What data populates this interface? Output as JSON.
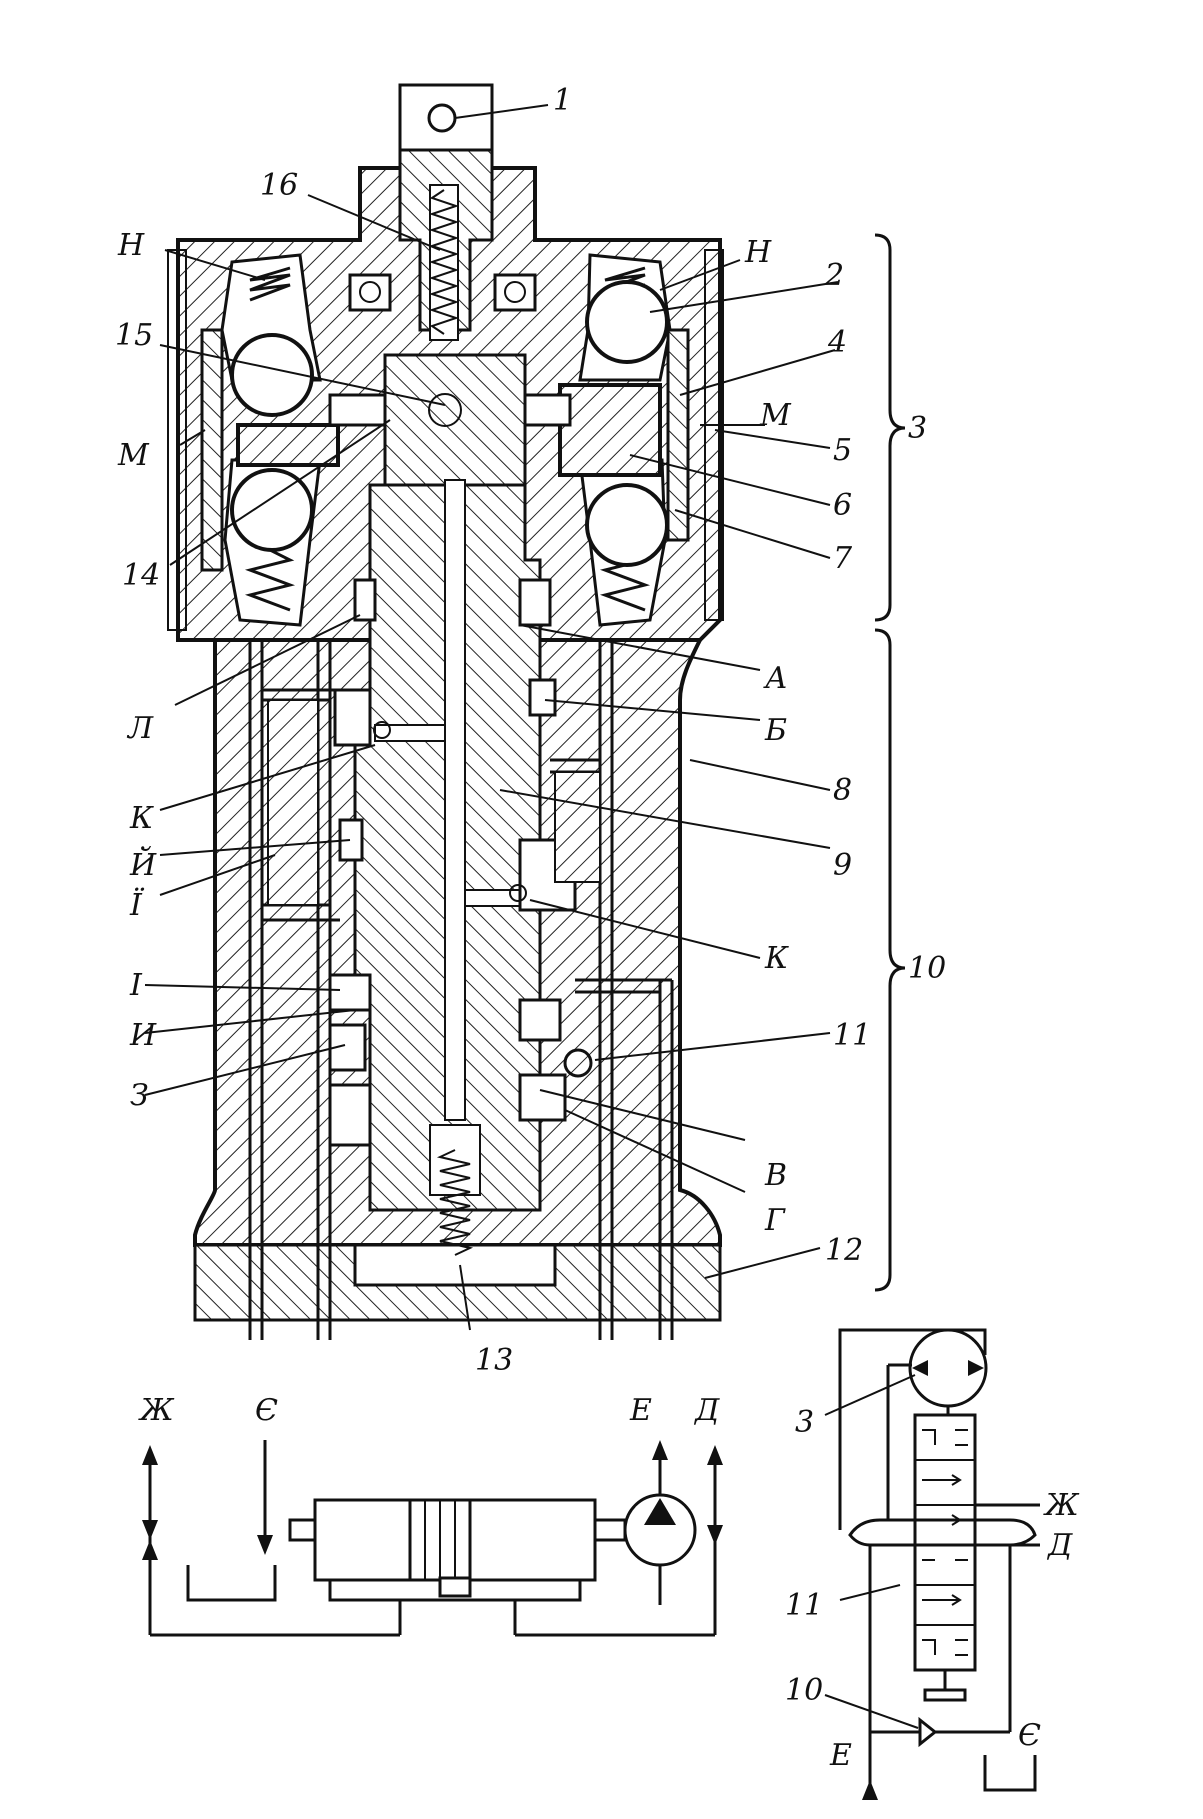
{
  "figure": {
    "part_numbers": [
      "1",
      "2",
      "3",
      "4",
      "5",
      "6",
      "7",
      "8",
      "9",
      "10",
      "11",
      "12",
      "13",
      "14",
      "15",
      "16"
    ],
    "letters": {
      "N": "Н",
      "M": "М",
      "A": "А",
      "B": "Б",
      "V": "В",
      "G": "Г",
      "D": "Д",
      "E": "Е",
      "YE": "Є",
      "ZH": "Ж",
      "Z": "З",
      "I_cap": "І",
      "YI": "Ї",
      "Y": "И",
      "YK": "Й",
      "K": "К",
      "L": "Л"
    }
  },
  "scheme": {
    "labels": {
      "three": "3",
      "zh": "Ж",
      "d": "Д",
      "eleven": "11",
      "ten": "10",
      "e": "Е",
      "ye": "Є"
    }
  },
  "colors": {
    "ink": "#111111",
    "paper": "#ffffff"
  }
}
